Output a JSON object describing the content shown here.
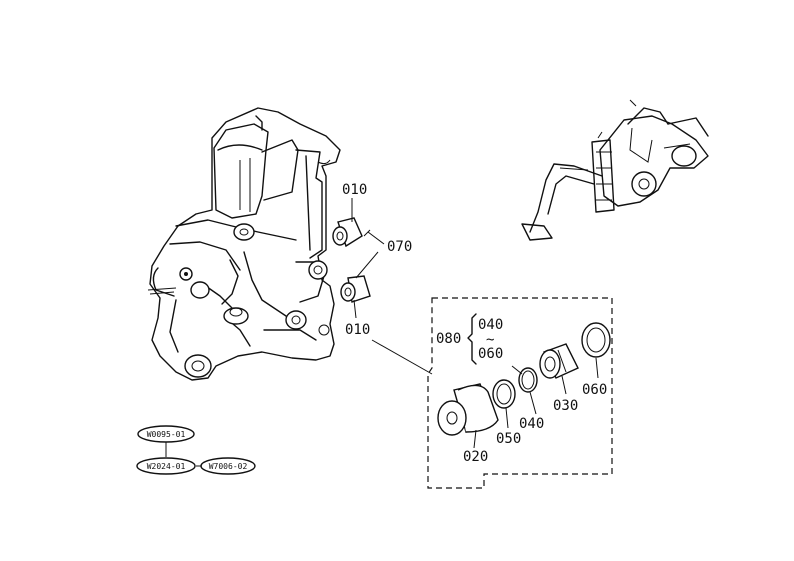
{
  "callouts": {
    "p010_top": "010",
    "p070": "070",
    "p010_bottom": "010",
    "p080": "080",
    "p040_range": "040",
    "tilde": "~",
    "p060_range": "060",
    "p020": "020",
    "p050": "050",
    "p040": "040",
    "p030": "030",
    "p060": "060"
  },
  "ref_tags": {
    "w0095": "W0095-01",
    "w2024": "W2024-01",
    "w7006": "W7006-02"
  },
  "colors": {
    "ink": "#111111",
    "paper": "#ffffff"
  }
}
